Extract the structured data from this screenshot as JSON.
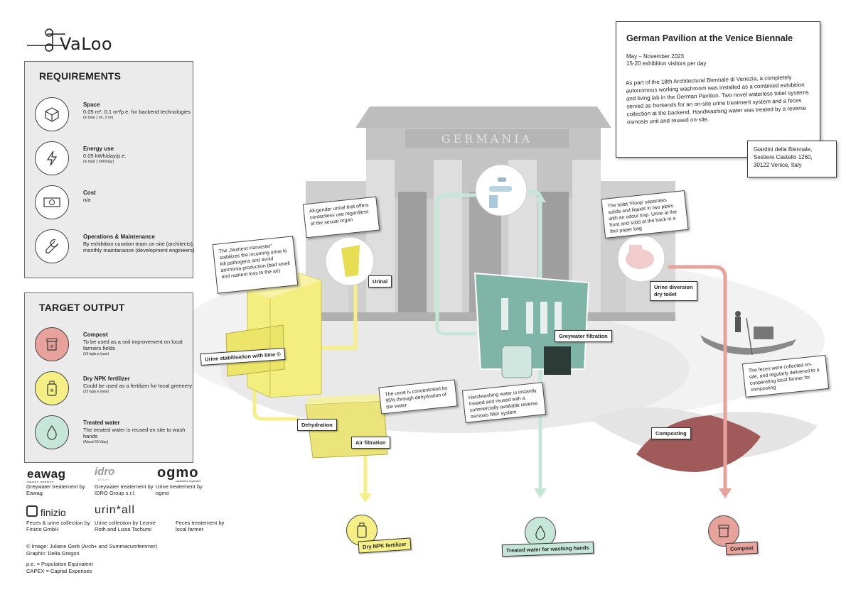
{
  "logo": {
    "text": "VaLoo"
  },
  "requirements": {
    "title": "REQUIREMENTS",
    "items": [
      {
        "icon": "cube-icon",
        "title": "Space",
        "desc": "0.05 m², 0.1 m³/p.e. for backend technologies",
        "sub": "(in total 1 m², 2 m³)"
      },
      {
        "icon": "lightning-icon",
        "title": "Energy use",
        "desc": "0.05 kWh/day/p.e.",
        "sub": "(in total 1 kWh/day)"
      },
      {
        "icon": "banknote-icon",
        "title": "Cost",
        "desc": "n/a",
        "sub": ""
      },
      {
        "icon": "wrench-icon",
        "title": "Operations & Maintenance",
        "desc": "By exhibition curation team on-site (architects), monthly maintanance (development engineers)",
        "sub": ""
      }
    ]
  },
  "target_output": {
    "title": "TARGET OUTPUT",
    "items": [
      {
        "icon": "compost-icon",
        "color": "#e8a29c",
        "title": "Compost",
        "desc": "To be used as a soil improvement on local farmers fields",
        "sub": "(16 kg/p.e./year)"
      },
      {
        "icon": "fertilizer-bottle-icon",
        "color": "#f5ef86",
        "title": "Dry NPK fertilizer",
        "desc": "Could be used as a fertilizer for local greenery",
        "sub": "(25 kg/p.e./year)"
      },
      {
        "icon": "water-drop-icon",
        "color": "#c6e6da",
        "title": "Treated water",
        "desc": "The treated water is reused on site to wash hands",
        "sub": "(About 60 l/day)"
      }
    ]
  },
  "partners": {
    "eawag_logo": "eawag",
    "eawag_sub": "aquatic research",
    "idro_logo": "idro",
    "idro_sub": "GROUP",
    "ogmo_logo": "ogmo",
    "ogmo_sub": "sanitation anywhere",
    "finizio_logo": "finizio",
    "urinall_logo": "urin*all",
    "eawag": "Greywater treatement by Eawag",
    "idro": "Greywater treatement by IDRO Group s.r.l.",
    "ogmo": "Urine treatement by ogmo",
    "finizio": "Feces & urine collection by Finizio GmbH",
    "urinall": "Urine collection by Leonie Roth and Luisa Tschumi",
    "farmer": "Feces treatement by local farmer"
  },
  "credits": {
    "image": "© Image: Juliane Gerb (Arch+ and Summacumfemmer)",
    "graphic": "Graphic: Delia Gregori",
    "pe": "p.e. = Population Equivalent",
    "capex": "CAPEX = Capital Expenses"
  },
  "info": {
    "title": "German Pavilion at the Venice Biennale",
    "date": "May – November 2023",
    "visitors": "15-20 exhibition visitors per day",
    "text": "As part of the 18th Architectural Biennale di Venezia, a completely autonomous working washroom was installed as a combined exhibition and living lab in the German Pavilion. Two novel waterless toilet systems served as frontends for an on-site urine treatment system and a feces collection at the backend. Handwashing water was treated by a reverse osmosis unit and reused on-site.",
    "address_1": "Giardini della Biennale,",
    "address_2": "Sestiere Castello 1260,",
    "address_3": "30122 Venice, Italy"
  },
  "building_text": "GERMANIA",
  "notes": {
    "urinal": "All-gender urinal that offers contactless use regardless of the sexual organ",
    "harvester": "The „Nutrient Harvester\" stabilizes the incoming urine to kill pathogens and avoid ammonia production (bad smell and nutrient loss to the air)",
    "concentrated": "The urine is concentrated by 95% through dehydration of the water",
    "handwash": "Handwashing water is instantly treated and reused with a commercially available reverse osmosis filter system",
    "toilet": "The toilet 'Floop' separates solids and liquids in two pipes with an odour trap. Urine at the front and solid at the back in a thin paper bag",
    "feces": "The feces were collected on-site, and regularly delivered to a cooperating local farmer for composting"
  },
  "labels": {
    "urinal": "Urinal",
    "stabilisation": "Urine stabilisation with lime ©",
    "dehydration": "Dehydration",
    "air_filtration": "Air filtration",
    "greywater": "Greywater filtration",
    "dry_toilet_1": "Urine diversion",
    "dry_toilet_2": "dry toilet",
    "composting": "Composting"
  },
  "outputs": {
    "fertilizer": "Dry NPK fertilizer",
    "water": "Treated water for washing hands",
    "compost": "Compost"
  },
  "colors": {
    "yellow": "#f5ef86",
    "green": "#c6e6da",
    "red": "#e8a29c",
    "panel": "#ebebeb"
  }
}
